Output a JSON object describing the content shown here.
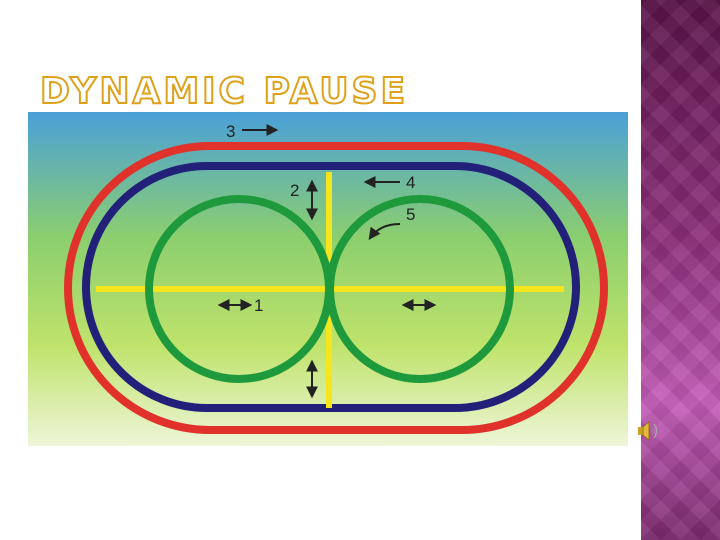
{
  "slide": {
    "title": "DYNAMIC PAUSE"
  },
  "diagram": {
    "labels": {
      "label_1": "1",
      "label_2": "2",
      "label_3": "3",
      "label_4": "4",
      "label_5": "5"
    },
    "colors": {
      "outer_track": "#e0312b",
      "inner_track": "#23207a",
      "circles": "#1e9a3c",
      "cross_lines": "#f5e51c",
      "arrows": "#222222"
    }
  },
  "icons": {
    "speaker": "speaker-icon"
  }
}
